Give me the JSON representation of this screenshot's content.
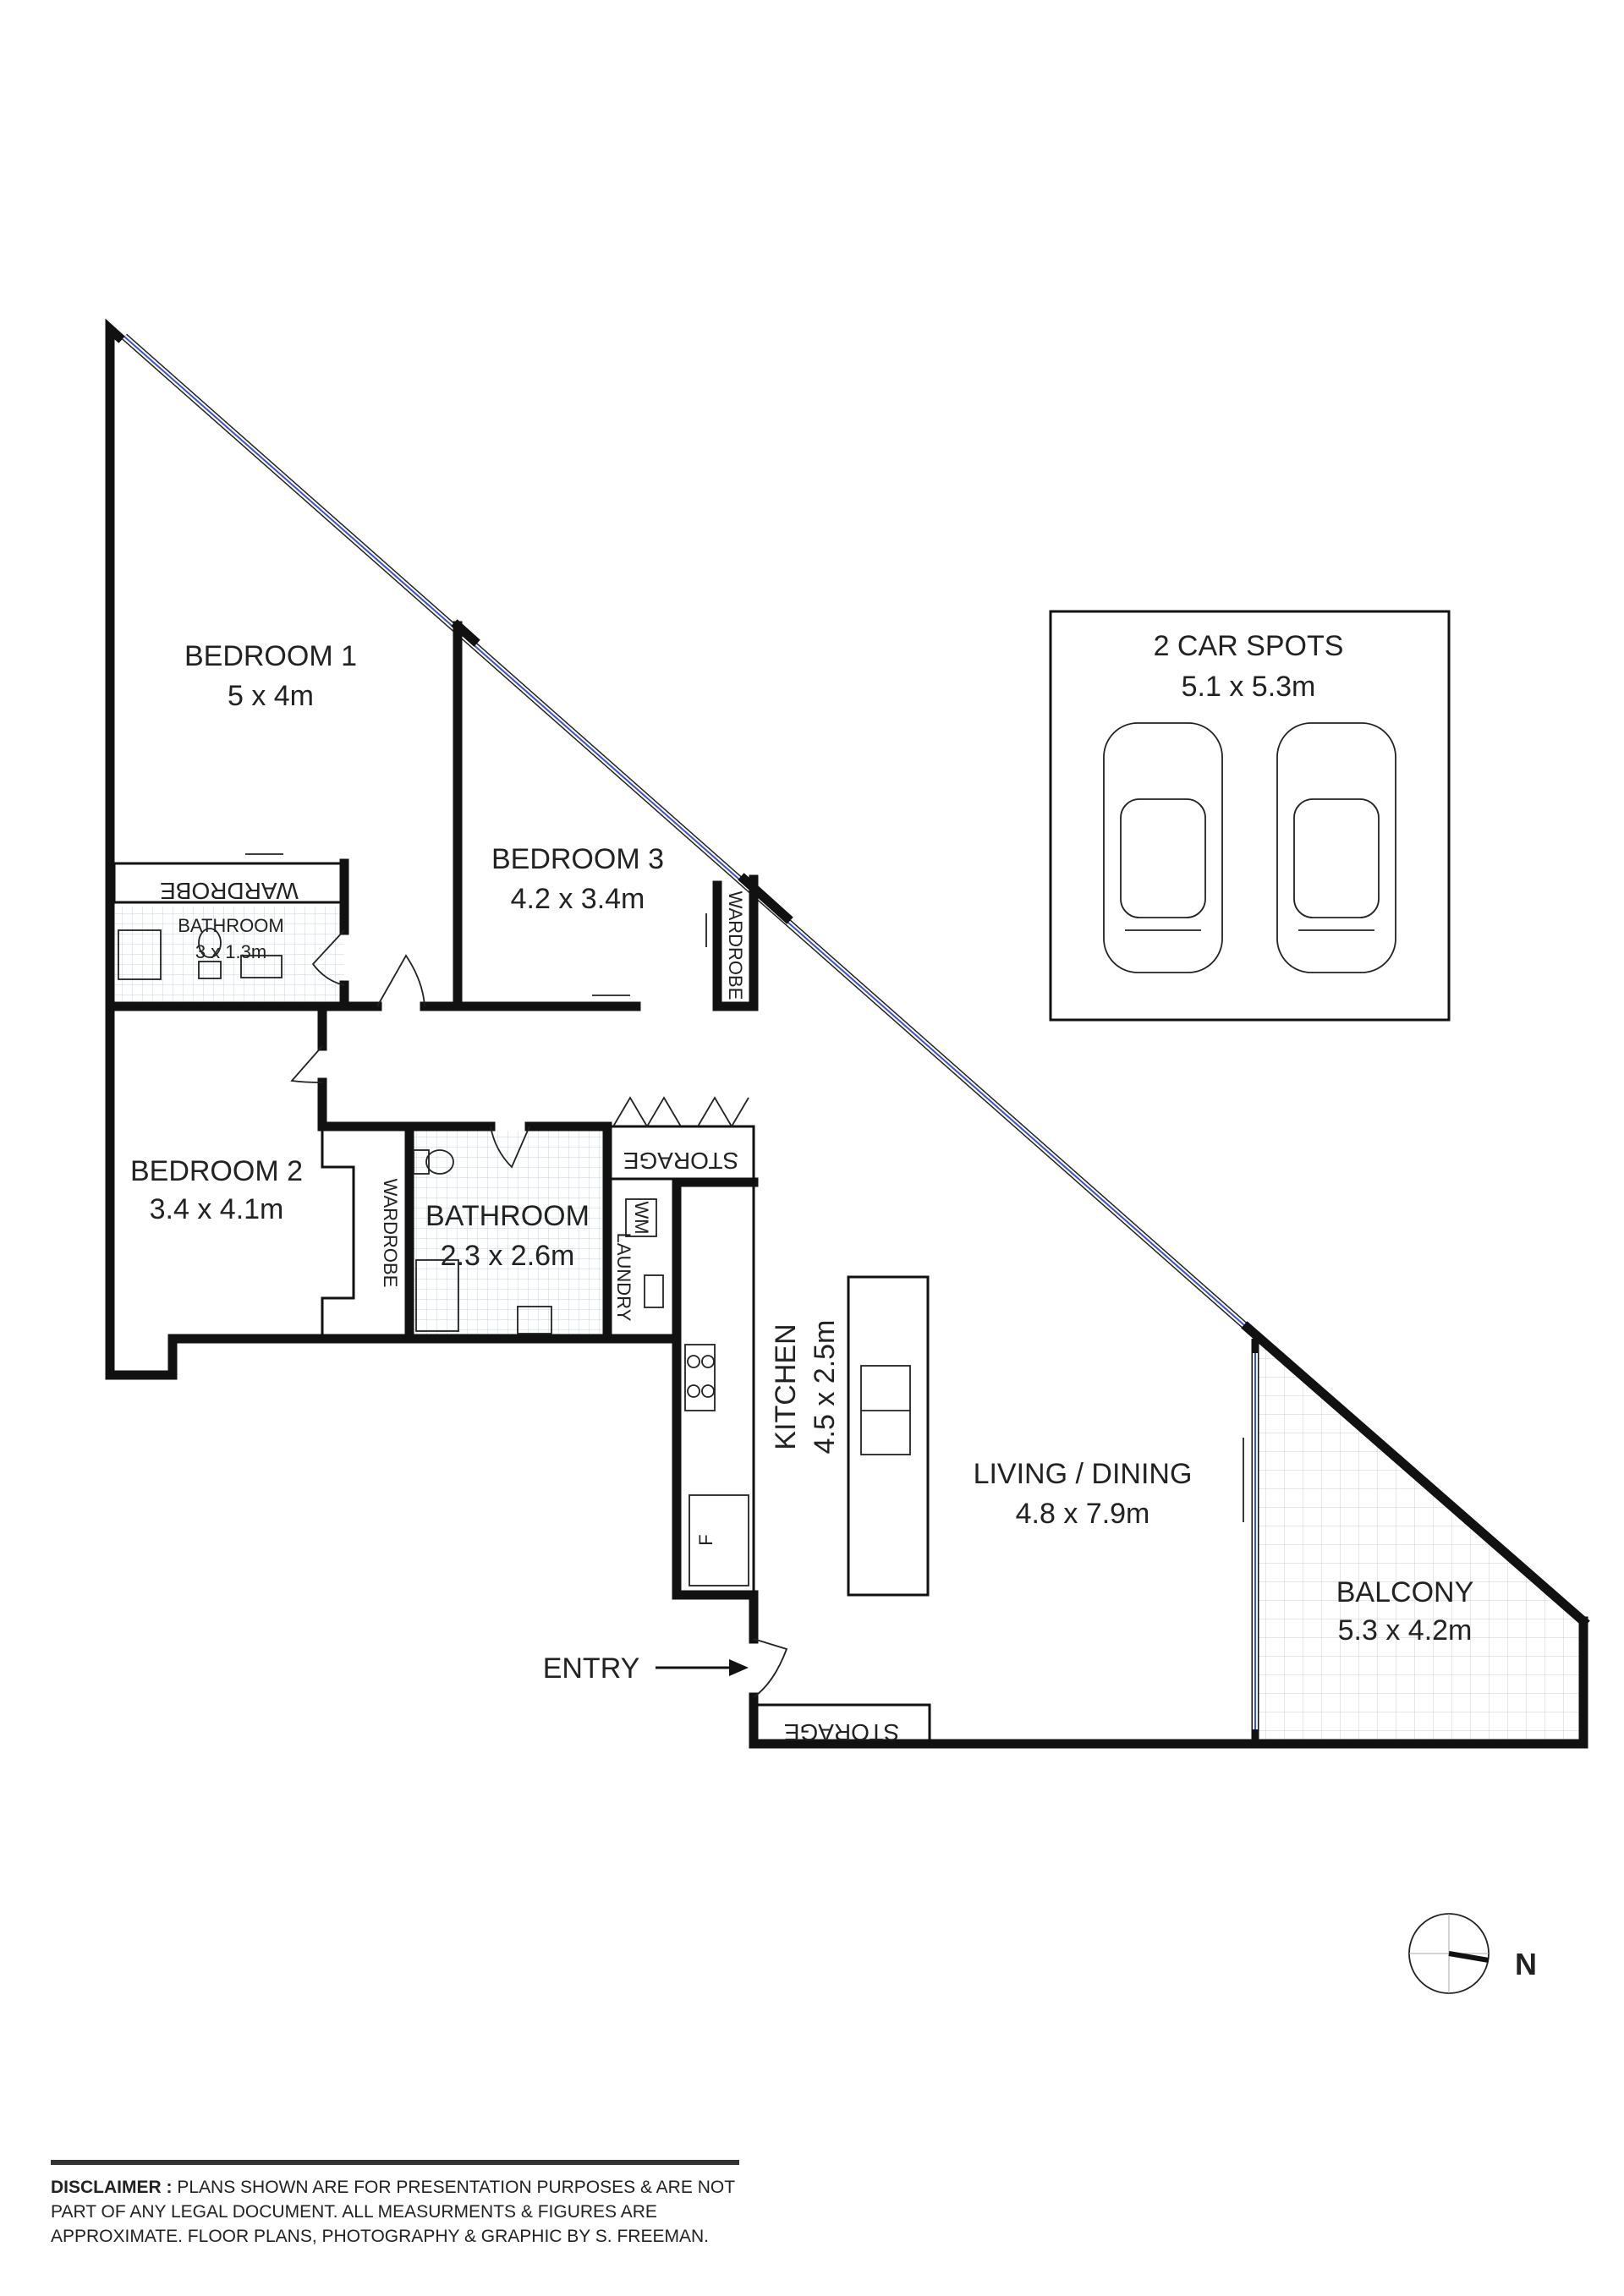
{
  "rooms": {
    "bedroom1": {
      "name": "BEDROOM 1",
      "size": "5 x 4m"
    },
    "bedroom2": {
      "name": "BEDROOM 2",
      "size": "3.4 x 4.1m"
    },
    "bedroom3": {
      "name": "BEDROOM 3",
      "size": "4.2 x 3.4m"
    },
    "ensuite": {
      "name": "BATHROOM",
      "size": "3 x 1.3m"
    },
    "bathroom": {
      "name": "BATHROOM",
      "size": "2.3 x 2.6m"
    },
    "kitchen": {
      "name": "KITCHEN",
      "size": "4.5 x 2.5m"
    },
    "living": {
      "name": "LIVING / DINING",
      "size": "4.8 x 7.9m"
    },
    "balcony": {
      "name": "BALCONY",
      "size": "5.3 x 4.2m"
    },
    "car_spots": {
      "name": "2 CAR SPOTS",
      "size": "5.1 x 5.3m"
    }
  },
  "fixtures": {
    "wardrobe": "WARDROBE",
    "storage": "STORAGE",
    "laundry": "LAUNDRY",
    "washing_machine": "WM",
    "fridge": "F",
    "entry": "ENTRY"
  },
  "compass": {
    "label": "N"
  },
  "disclaimer": {
    "heading": "DISCLAIMER :",
    "text": "PLANS SHOWN ARE FOR PRESENTATION PURPOSES & ARE NOT PART OF ANY LEGAL DOCUMENT. ALL MEASURMENTS & FIGURES ARE APPROXIMATE. FLOOR PLANS, PHOTOGRAPHY & GRAPHIC BY  S. FREEMAN."
  },
  "colors": {
    "wall": "#111111",
    "window": "#3a4fd8",
    "tile": "#c8d4d8"
  }
}
